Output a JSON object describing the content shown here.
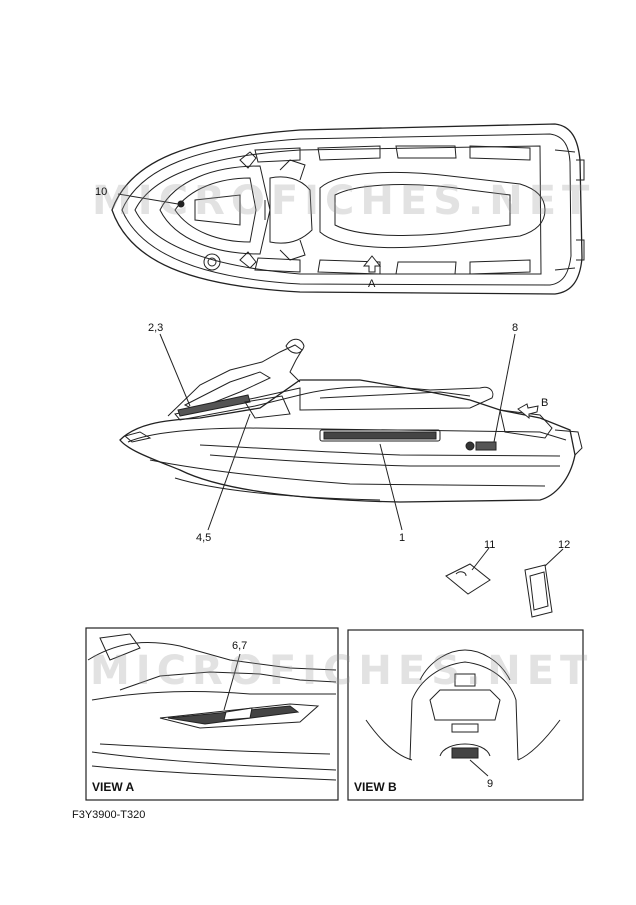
{
  "callouts": {
    "c10": "10",
    "cA": "A",
    "c23": "2,3",
    "c8": "8",
    "cB": "B",
    "c45": "4,5",
    "c1": "1",
    "c11": "11",
    "c12": "12",
    "c67": "6,7",
    "c9": "9"
  },
  "views": {
    "a": "VIEW A",
    "b": "VIEW B"
  },
  "figure_code": "F3Y3900-T320",
  "watermark": "MICROFICHES.NET",
  "colors": {
    "line": "#222222",
    "watermark": "#9a9a9a"
  }
}
